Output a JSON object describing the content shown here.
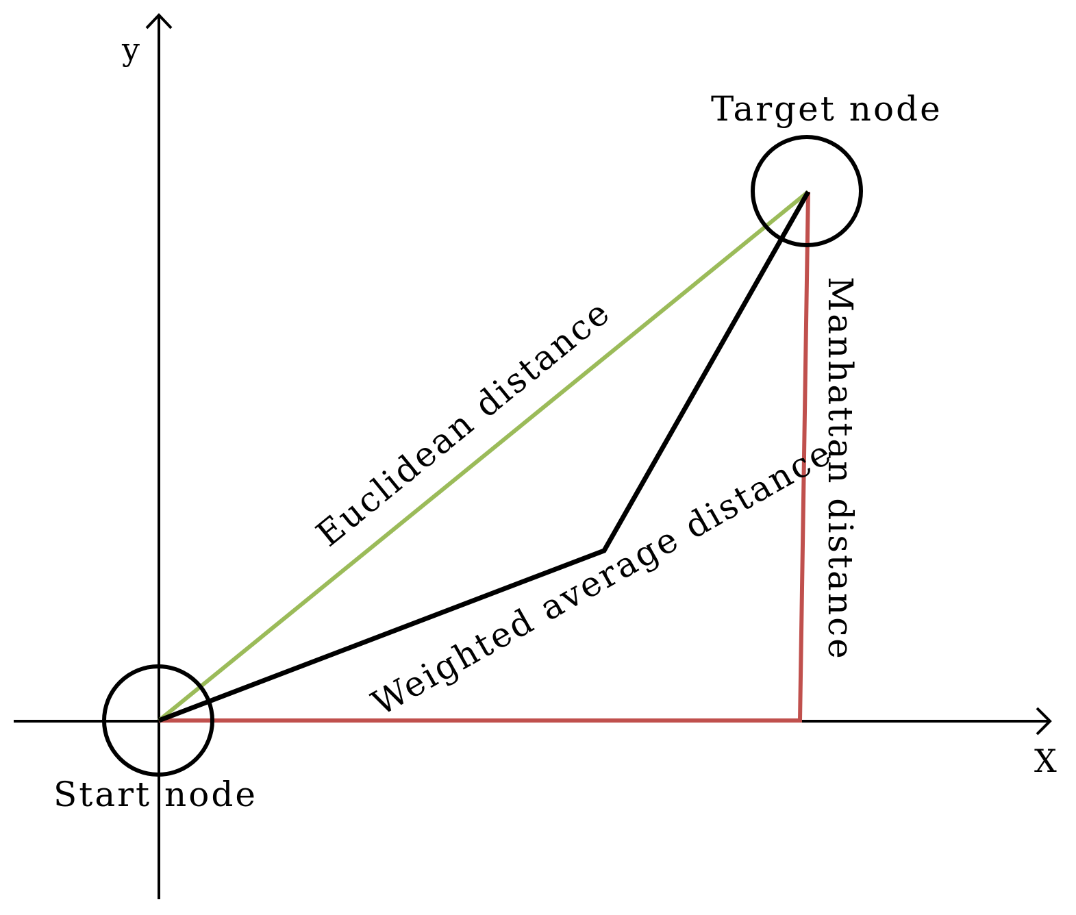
{
  "axes": {
    "x_label": "X",
    "y_label": "y"
  },
  "nodes": {
    "start_label": "Start node",
    "target_label": "Target node"
  },
  "paths": {
    "euclidean": {
      "label": "Euclidean distance",
      "color": "#9bbb59"
    },
    "weighted": {
      "label": "Weighted average distance",
      "color": "#000000"
    },
    "manhattan": {
      "label": "Manhattan distance",
      "color": "#c0504d"
    }
  }
}
